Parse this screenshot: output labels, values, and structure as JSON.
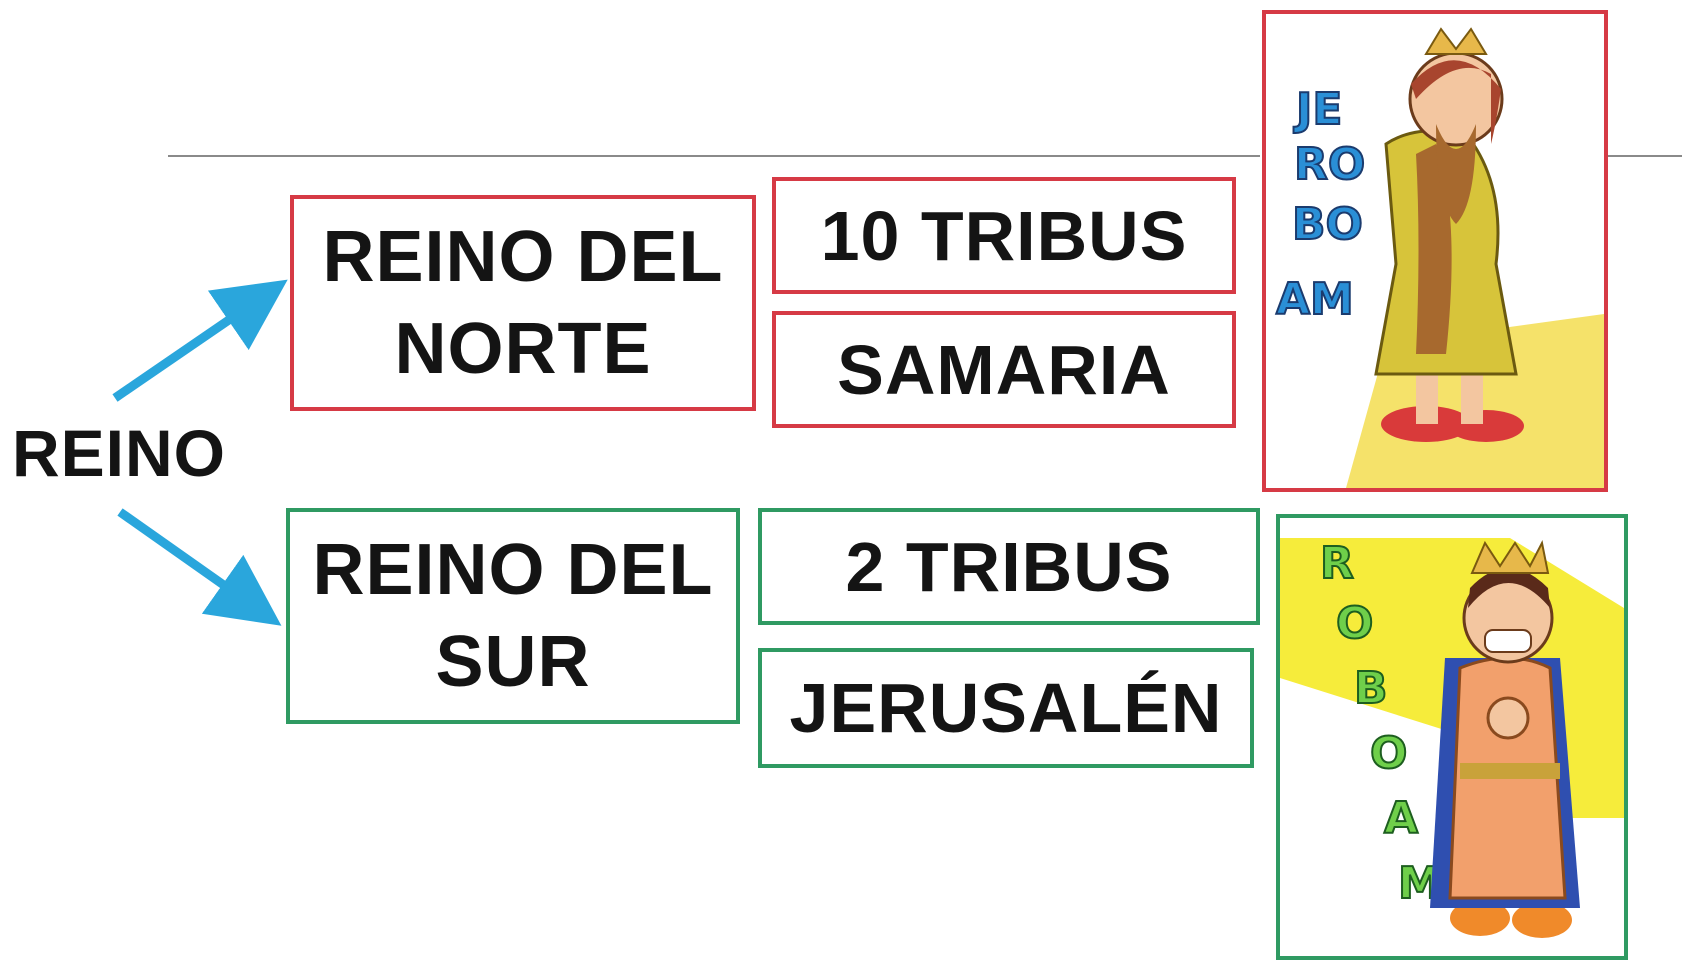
{
  "root": {
    "label": "REINO"
  },
  "north": {
    "kingdom": {
      "line1": "REINO DEL",
      "line2": "NORTE"
    },
    "tribes": "10 TRIBUS",
    "capital": "SAMARIA",
    "king_lettering": "JEROBOAM"
  },
  "south": {
    "kingdom": {
      "line1": "REINO DEL",
      "line2": "SUR"
    },
    "tribes": "2 TRIBUS",
    "capital": "JERUSALÉN",
    "king_lettering": "ROBOAM"
  },
  "colors": {
    "north_border": "#d63a45",
    "south_border": "#2f9a62",
    "arrow": "#2aa6dc",
    "rule": "#8a8a8a"
  }
}
